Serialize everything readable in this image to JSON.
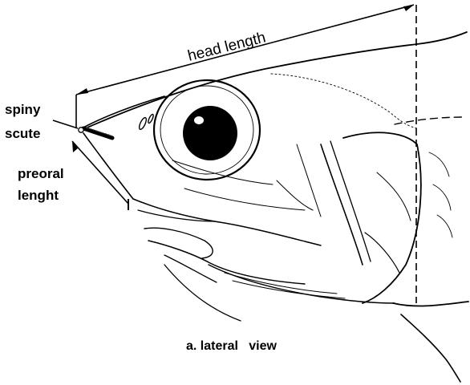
{
  "labels": {
    "head_length": "head length",
    "spiny": "spiny",
    "scute": "scute",
    "preoral": "preoral",
    "lenght": "lenght",
    "caption": "a. lateral   view"
  },
  "colors": {
    "ink": "#000000",
    "background": "#ffffff"
  }
}
